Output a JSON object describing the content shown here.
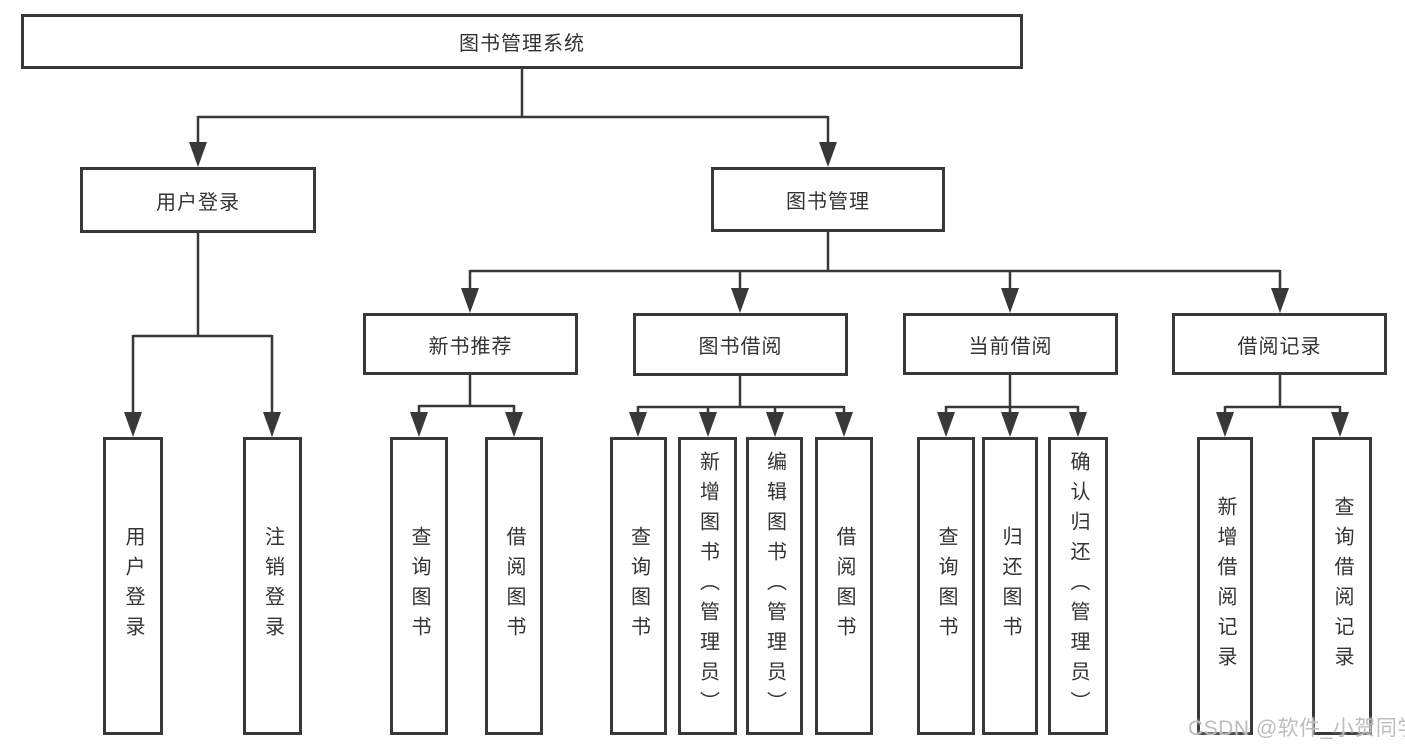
{
  "diagram": {
    "line_color": "#383838",
    "text_color": "#333333",
    "nodes": {
      "root": {
        "label": "图书管理系统"
      },
      "user_login": {
        "label": "用户登录"
      },
      "book_mgmt": {
        "label": "图书管理"
      },
      "new_book_rec": {
        "label": "新书推荐"
      },
      "book_borrow": {
        "label": "图书借阅"
      },
      "current_borrow": {
        "label": "当前借阅"
      },
      "borrow_record": {
        "label": "借阅记录"
      },
      "leaf_user_login": {
        "label": "用户登录"
      },
      "leaf_logout": {
        "label": "注销登录"
      },
      "leaf_query_book_rec": {
        "label": "查询图书"
      },
      "leaf_borrow_book_rec": {
        "label": "借阅图书"
      },
      "leaf_query_book_borrow": {
        "label": "查询图书"
      },
      "leaf_add_book_admin": {
        "label": "新增图书（管理员）"
      },
      "leaf_edit_book_admin": {
        "label": "编辑图书（管理员）"
      },
      "leaf_borrow_book_borrow": {
        "label": "借阅图书"
      },
      "leaf_query_book_current": {
        "label": "查询图书"
      },
      "leaf_return_book": {
        "label": "归还图书"
      },
      "leaf_confirm_return_admin": {
        "label": "确认归还（管理员）"
      },
      "leaf_add_borrow_record": {
        "label": "新增借阅记录"
      },
      "leaf_query_borrow_record": {
        "label": "查询借阅记录"
      }
    }
  },
  "watermark": {
    "text": "CSDN @软件_小贺同学"
  }
}
